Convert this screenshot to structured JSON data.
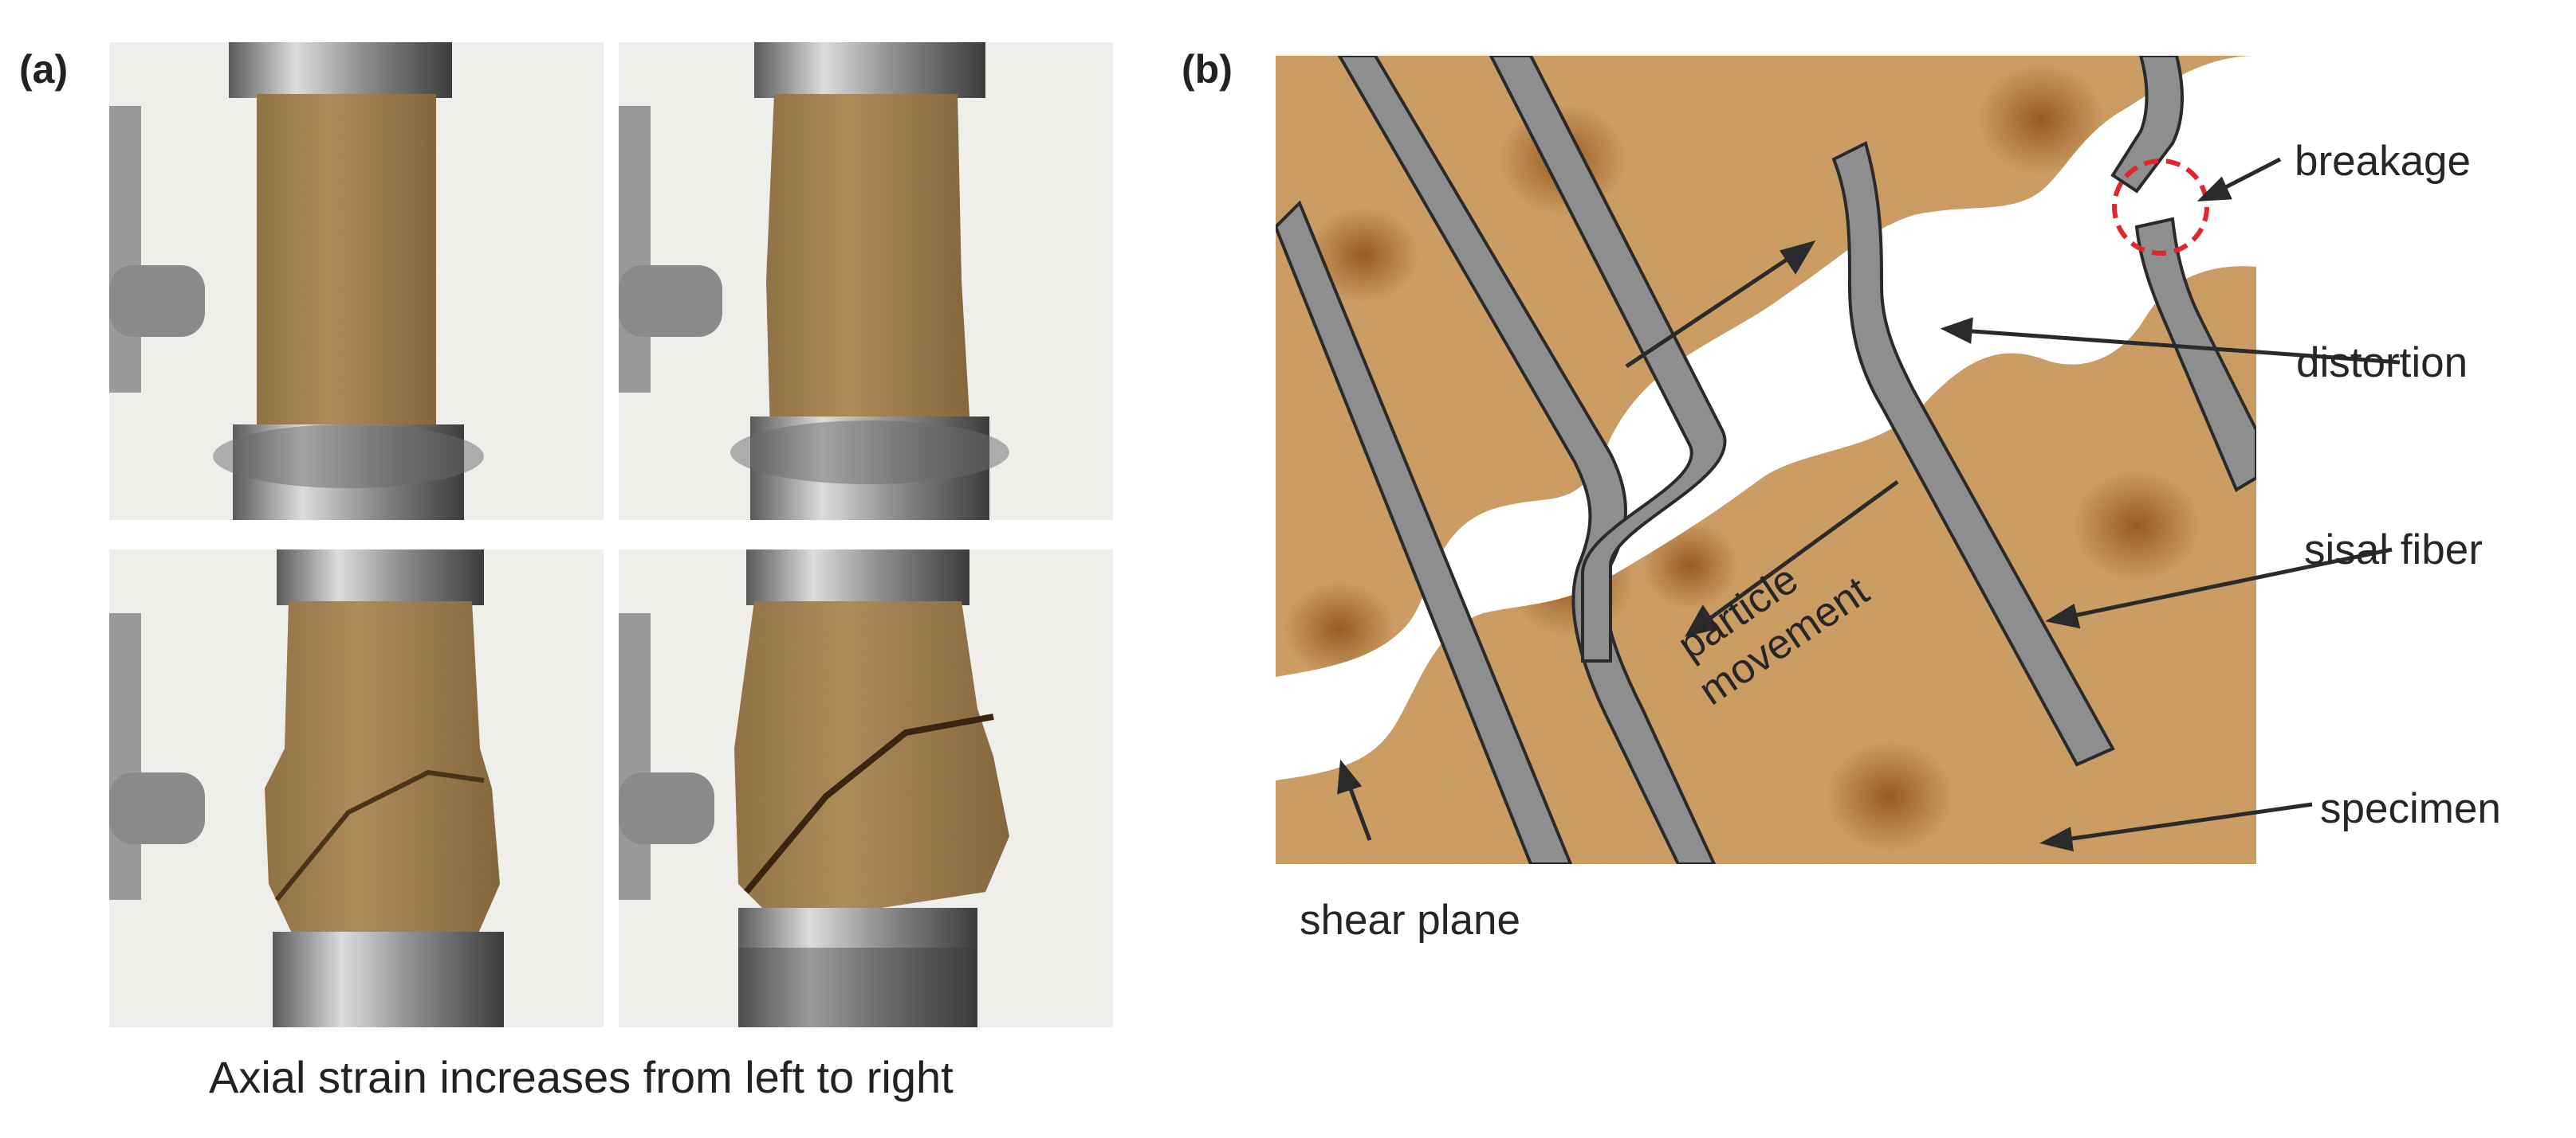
{
  "figure": {
    "panel_a_label": "(a)",
    "panel_b_label": "(b)",
    "panel_a_caption": "Axial strain increases from left to right",
    "photos": [
      {
        "name": "photo-top-left"
      },
      {
        "name": "photo-top-right"
      },
      {
        "name": "photo-bottom-left"
      },
      {
        "name": "photo-bottom-right"
      }
    ],
    "schematic_labels": {
      "breakage": "breakage",
      "distortion": "distortion",
      "sisal_fiber": "sisal fiber",
      "specimen": "specimen",
      "shear_plane": "shear plane",
      "particle": "particle",
      "movement": "movement"
    },
    "colors": {
      "soil": "#c8955a",
      "fiber": "#8c8c8c",
      "breakage_circle": "#e0262b"
    }
  }
}
